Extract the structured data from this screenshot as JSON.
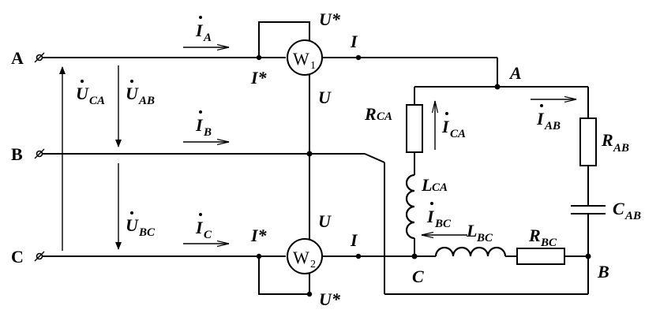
{
  "terminals": {
    "A": "A",
    "B": "B",
    "C": "C"
  },
  "meters": {
    "w1": {
      "main": "W",
      "sub": "1",
      "U_star": "U*",
      "I_star": "I*",
      "I": "I",
      "U": "U"
    },
    "w2": {
      "main": "W",
      "sub": "2",
      "U_star": "U*",
      "I_star": "I*",
      "I": "I",
      "U": "U"
    }
  },
  "line_currents": {
    "IA": {
      "main": "I",
      "sub": "A"
    },
    "IB": {
      "main": "I",
      "sub": "B"
    },
    "IC": {
      "main": "I",
      "sub": "C"
    }
  },
  "voltages": {
    "UCA": {
      "main": "U",
      "sub": "CA"
    },
    "UAB": {
      "main": "U",
      "sub": "AB"
    },
    "UBC": {
      "main": "U",
      "sub": "BC"
    }
  },
  "load": {
    "node_A": "A",
    "node_B": "B",
    "node_C": "C",
    "RCA": {
      "main": "R",
      "sub": "CA"
    },
    "LCA": {
      "main": "L",
      "sub": "CA"
    },
    "RAB": {
      "main": "R",
      "sub": "AB"
    },
    "CAB": {
      "main": "C",
      "sub": "AB"
    },
    "LBC": {
      "main": "L",
      "sub": "BC"
    },
    "RBC": {
      "main": "R",
      "sub": "BC"
    },
    "ICA": {
      "main": "I",
      "sub": "CA"
    },
    "IAB": {
      "main": "I",
      "sub": "AB"
    },
    "IBC": {
      "main": "I",
      "sub": "BC"
    }
  }
}
